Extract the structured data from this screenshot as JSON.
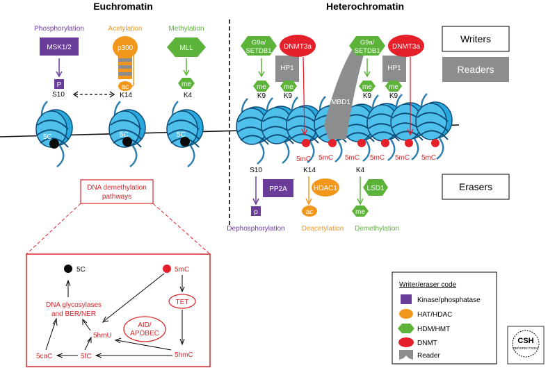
{
  "headers": {
    "euchromatin": "Euchromatin",
    "heterochromatin": "Heterochromatin"
  },
  "euchromatin": {
    "phosphorylation": {
      "label": "Phosphorylation",
      "enzyme": "MSK1/2",
      "mark": "P",
      "site": "S10"
    },
    "acetylation": {
      "label": "Acetylation",
      "enzyme": "p300",
      "mark": "ac",
      "site": "K14"
    },
    "methylation": {
      "label": "Methylation",
      "enzyme": "MLL",
      "mark": "me",
      "site": "K4"
    },
    "nucleosome_label": "5C"
  },
  "heterochromatin": {
    "writers": [
      {
        "name": "G9a/\nSETDB1",
        "line1": "G9a/",
        "line2": "SETDB1"
      },
      {
        "name": "DNMT3a"
      }
    ],
    "readers": {
      "hp1": "HP1",
      "mbd1": "MBD1"
    },
    "marks": {
      "me": "me",
      "k9": "K9",
      "mc": "5mC"
    }
  },
  "erasers": {
    "s10": "S10",
    "pp2a": "PP2A",
    "p_mark": "p",
    "dephos": "Dephosphorylation",
    "k14": "K14",
    "hdac1": "HDAC1",
    "ac_mark": "ac",
    "deacet": "Deacetylation",
    "k4": "K4",
    "lsd1": "LSD1",
    "me_mark": "me",
    "demeth": "Demethylation"
  },
  "legend_boxes": {
    "writers": "Writers",
    "readers": "Readers",
    "erasers": "Erasers"
  },
  "demethylation": {
    "title_line1": "DNA demethylation",
    "title_line2": "pathways",
    "c5": "5C",
    "mc5": "5mC",
    "tet": "TET",
    "glyco_line1": "DNA glycosylases",
    "glyco_line2": "and BER/NER",
    "hmu5": "5hmU",
    "aid_line1": "AID/",
    "aid_line2": "APOBEC",
    "hmc5": "5hmC",
    "cac5": "5caC",
    "fc5": "5fC"
  },
  "code_legend": {
    "title": "Writer/eraser code",
    "items": [
      "Kinase/phosphatase",
      "HAT/HDAC",
      "HDM/HMT",
      "DNMT",
      "Reader"
    ]
  },
  "logo": {
    "line1": "CSH",
    "line2": "PERSPECTIVES"
  },
  "colors": {
    "purple": "#6a3d9a",
    "orange": "#f0971c",
    "green": "#5bb339",
    "red": "#e5202a",
    "gray": "#8c8d8f",
    "nucleosome": "#29a8e0"
  }
}
